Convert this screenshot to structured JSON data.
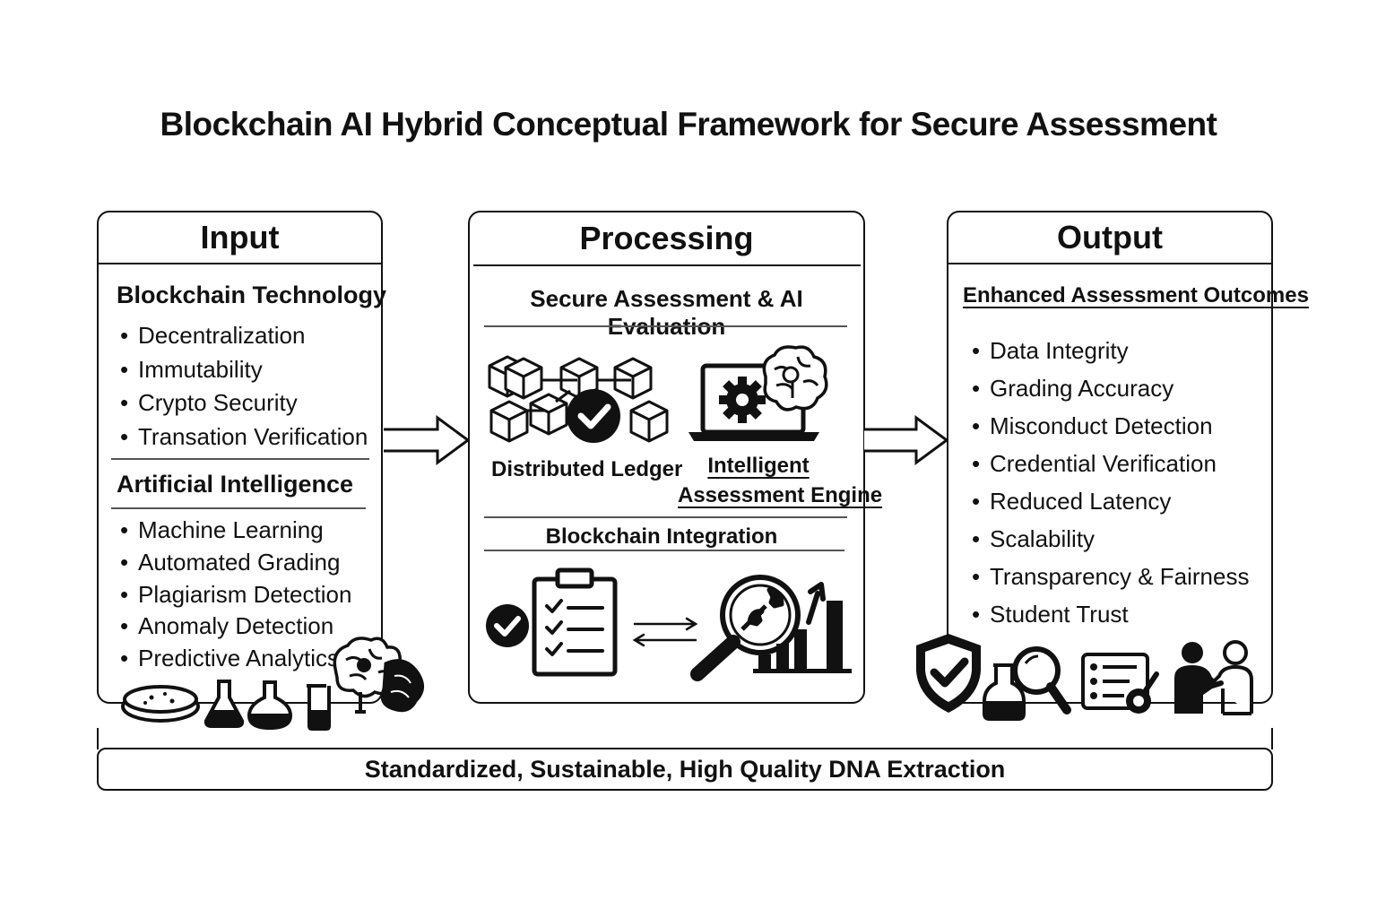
{
  "title": "Blockchain AI Hybrid Conceptual Framework for Secure Assessment",
  "input": {
    "header": "Input",
    "blockchain": {
      "title": "Blockchain Technology",
      "items": [
        "Decentralization",
        "Immutability",
        "Crypto Security",
        "Transation Verification"
      ]
    },
    "ai": {
      "title": "Artificial Intelligence",
      "items": [
        "Machine Learning",
        "Automated Grading",
        "Plagiarism Detection",
        "Anomaly Detection",
        "Predictive Analytics"
      ]
    }
  },
  "processing": {
    "header": "Processing",
    "subtitle": "Secure Assessment & AI Evaluation",
    "ledger_label": "Distributed Ledger",
    "engine_label_1": "Intelligent",
    "engine_label_2": "Assessment Engine",
    "integration_title": "Blockchain Integration"
  },
  "output": {
    "header": "Output",
    "subtitle": "Enhanced Assessment Outcomes",
    "items": [
      "Data Integrity",
      "Grading Accuracy",
      "Misconduct Detection",
      "Credential Verification",
      "Reduced Latency",
      "Scalability",
      "Transparency & Fairness",
      "Student Trust"
    ]
  },
  "footer": "Standardized, Sustainable, High Quality DNA Extraction",
  "icons": [
    "cube-network-icon",
    "check-badge-icon",
    "laptop-gear-icon",
    "brain-icon",
    "clipboard-checklist-icon",
    "double-arrow-icon",
    "magnifier-wrench-icon",
    "bar-chart-icon",
    "petri-dish-icon",
    "flask-icon",
    "shield-check-icon",
    "handshake-icon"
  ]
}
